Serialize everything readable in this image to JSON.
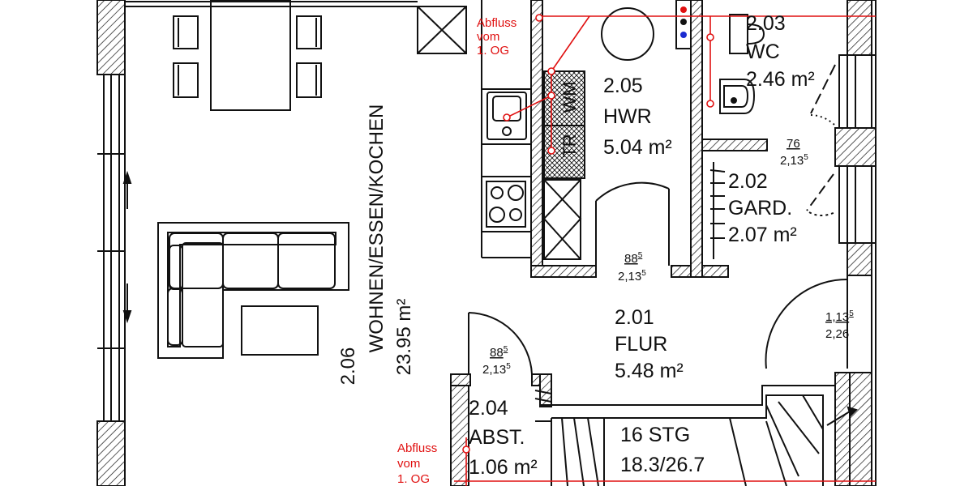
{
  "colors": {
    "wall": "#111111",
    "hatch": "#111111",
    "drain": "#e01010",
    "background": "#ffffff"
  },
  "rooms": {
    "wohnen": {
      "number": "2.06",
      "name": "WOHNEN/ESSEN/KOCHEN",
      "area": "23.95 m²"
    },
    "hwr": {
      "number": "2.05",
      "name": "HWR",
      "area": "5.04 m²"
    },
    "wc": {
      "number": "2.03",
      "name": "WC",
      "area": "2.46 m²"
    },
    "gard": {
      "number": "2.02",
      "name": "GARD.",
      "area": "2.07 m²"
    },
    "flur": {
      "number": "2.01",
      "name": "FLUR",
      "area": "5.48 m²"
    },
    "abst": {
      "number": "2.04",
      "name": "ABST.",
      "area": "1.06 m²"
    }
  },
  "stairs": {
    "steps": "16 STG",
    "ratio": "18.3/26.7"
  },
  "appliances": {
    "dryer": "TR",
    "washer": "WM"
  },
  "openings": {
    "wc_door": {
      "width": "76",
      "sup1": "",
      "height": "2,13",
      "sup2": "5"
    },
    "hwr_door": {
      "width": "88",
      "sup1": "5",
      "height": "2,13",
      "sup2": "5"
    },
    "entry_door": {
      "width": "1,13",
      "sup1": "5",
      "height": "2,26",
      "sup2": ""
    },
    "abst_door": {
      "width": "88",
      "sup1": "5",
      "height": "2,13",
      "sup2": "5"
    }
  },
  "drain_notes": {
    "top": {
      "line1": "Abfluss",
      "line2": "vom",
      "line3": "1. OG"
    },
    "bottom": {
      "line1": "Abfluss",
      "line2": "vom",
      "line3": "1. OG"
    }
  }
}
